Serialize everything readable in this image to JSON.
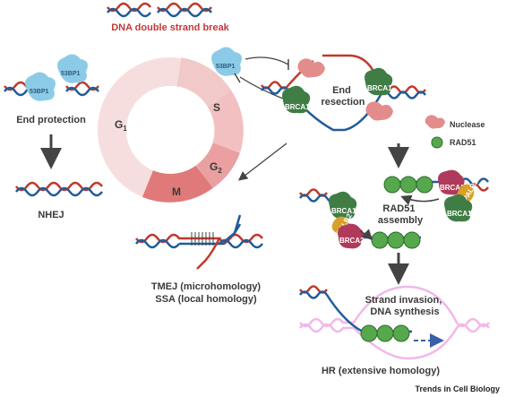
{
  "title": "DNA double strand break",
  "cell_cycle": {
    "g1": "G",
    "g1_sub": "1",
    "s": "S",
    "g2": "G",
    "g2_sub": "2",
    "m": "M"
  },
  "proteins": {
    "bp53": "53BP1",
    "brca1": "BRCA1",
    "brca2": "BRCA2",
    "palb2": "PALB2"
  },
  "labels": {
    "end_protection": "End protection",
    "nhej": "NHEJ",
    "end_resection_1": "End",
    "end_resection_2": "resection",
    "rad51_assembly_1": "RAD51",
    "rad51_assembly_2": "assembly",
    "tmej": "TMEJ (microhomology)",
    "ssa": "SSA (local homology)",
    "strand_invasion_1": "Strand invasion,",
    "strand_invasion_2": "DNA synthesis",
    "hr": "HR (extensive homology)"
  },
  "legend": {
    "nuclease": "Nuclease",
    "rad51": "RAD51"
  },
  "credit": "Trends in Cell Biology",
  "colors": {
    "red_strand": "#c0392b",
    "blue_strand": "#1f5c99",
    "brca1": "#3f7d44",
    "rad51": "#55a84b",
    "bp53": "#8ccbe8",
    "nuclease": "#e38c8c",
    "brca2": "#b03a5b",
    "palb2": "#d9a028",
    "cycle_light": "#f7dede",
    "cycle_dark": "#e07a7a"
  }
}
